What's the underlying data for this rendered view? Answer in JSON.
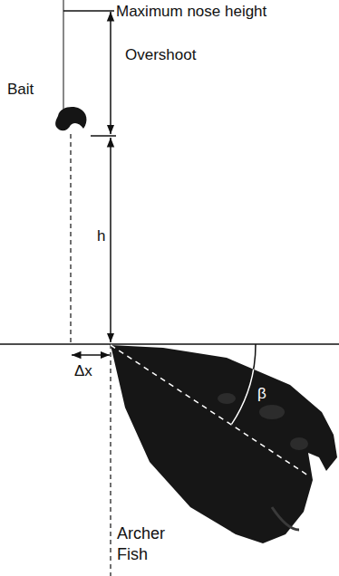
{
  "diagram": {
    "labels": [
      "Maximum nose height",
      "Overshoot",
      "Bait",
      "h",
      "Δx",
      "β",
      "Archer Fish"
    ]
  }
}
